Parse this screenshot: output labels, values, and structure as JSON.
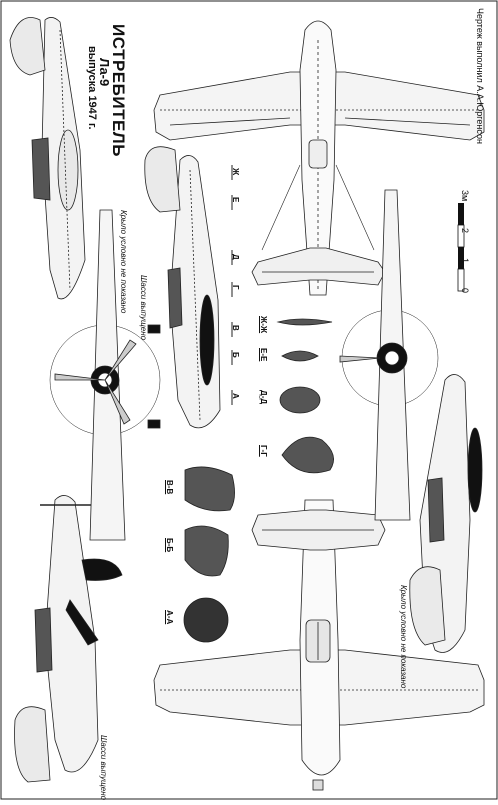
{
  "credit": "Чертеж выполнил А.А.Юргенсон",
  "title": "ИСТРЕБИТЕЛЬ",
  "model": "Ла-9",
  "subtitle": "выпуска 1947 г.",
  "notes": {
    "wing_not_shown_1": "Крыло условно не показано",
    "wing_not_shown_2": "Крыло условно не показано",
    "gear_down_1": "Шасси выпущено",
    "gear_down_2": "Шасси выпущено"
  },
  "station_letters": [
    "А",
    "Б",
    "В",
    "Г",
    "Д",
    "Е",
    "Ж"
  ],
  "sections": [
    "А-А",
    "Б-Б",
    "В-В",
    "Г-Г",
    "Д-Д",
    "Е-Е",
    "Ж-Ж"
  ],
  "scale": {
    "ticks": [
      "0",
      "1",
      "2",
      "3м"
    ]
  }
}
